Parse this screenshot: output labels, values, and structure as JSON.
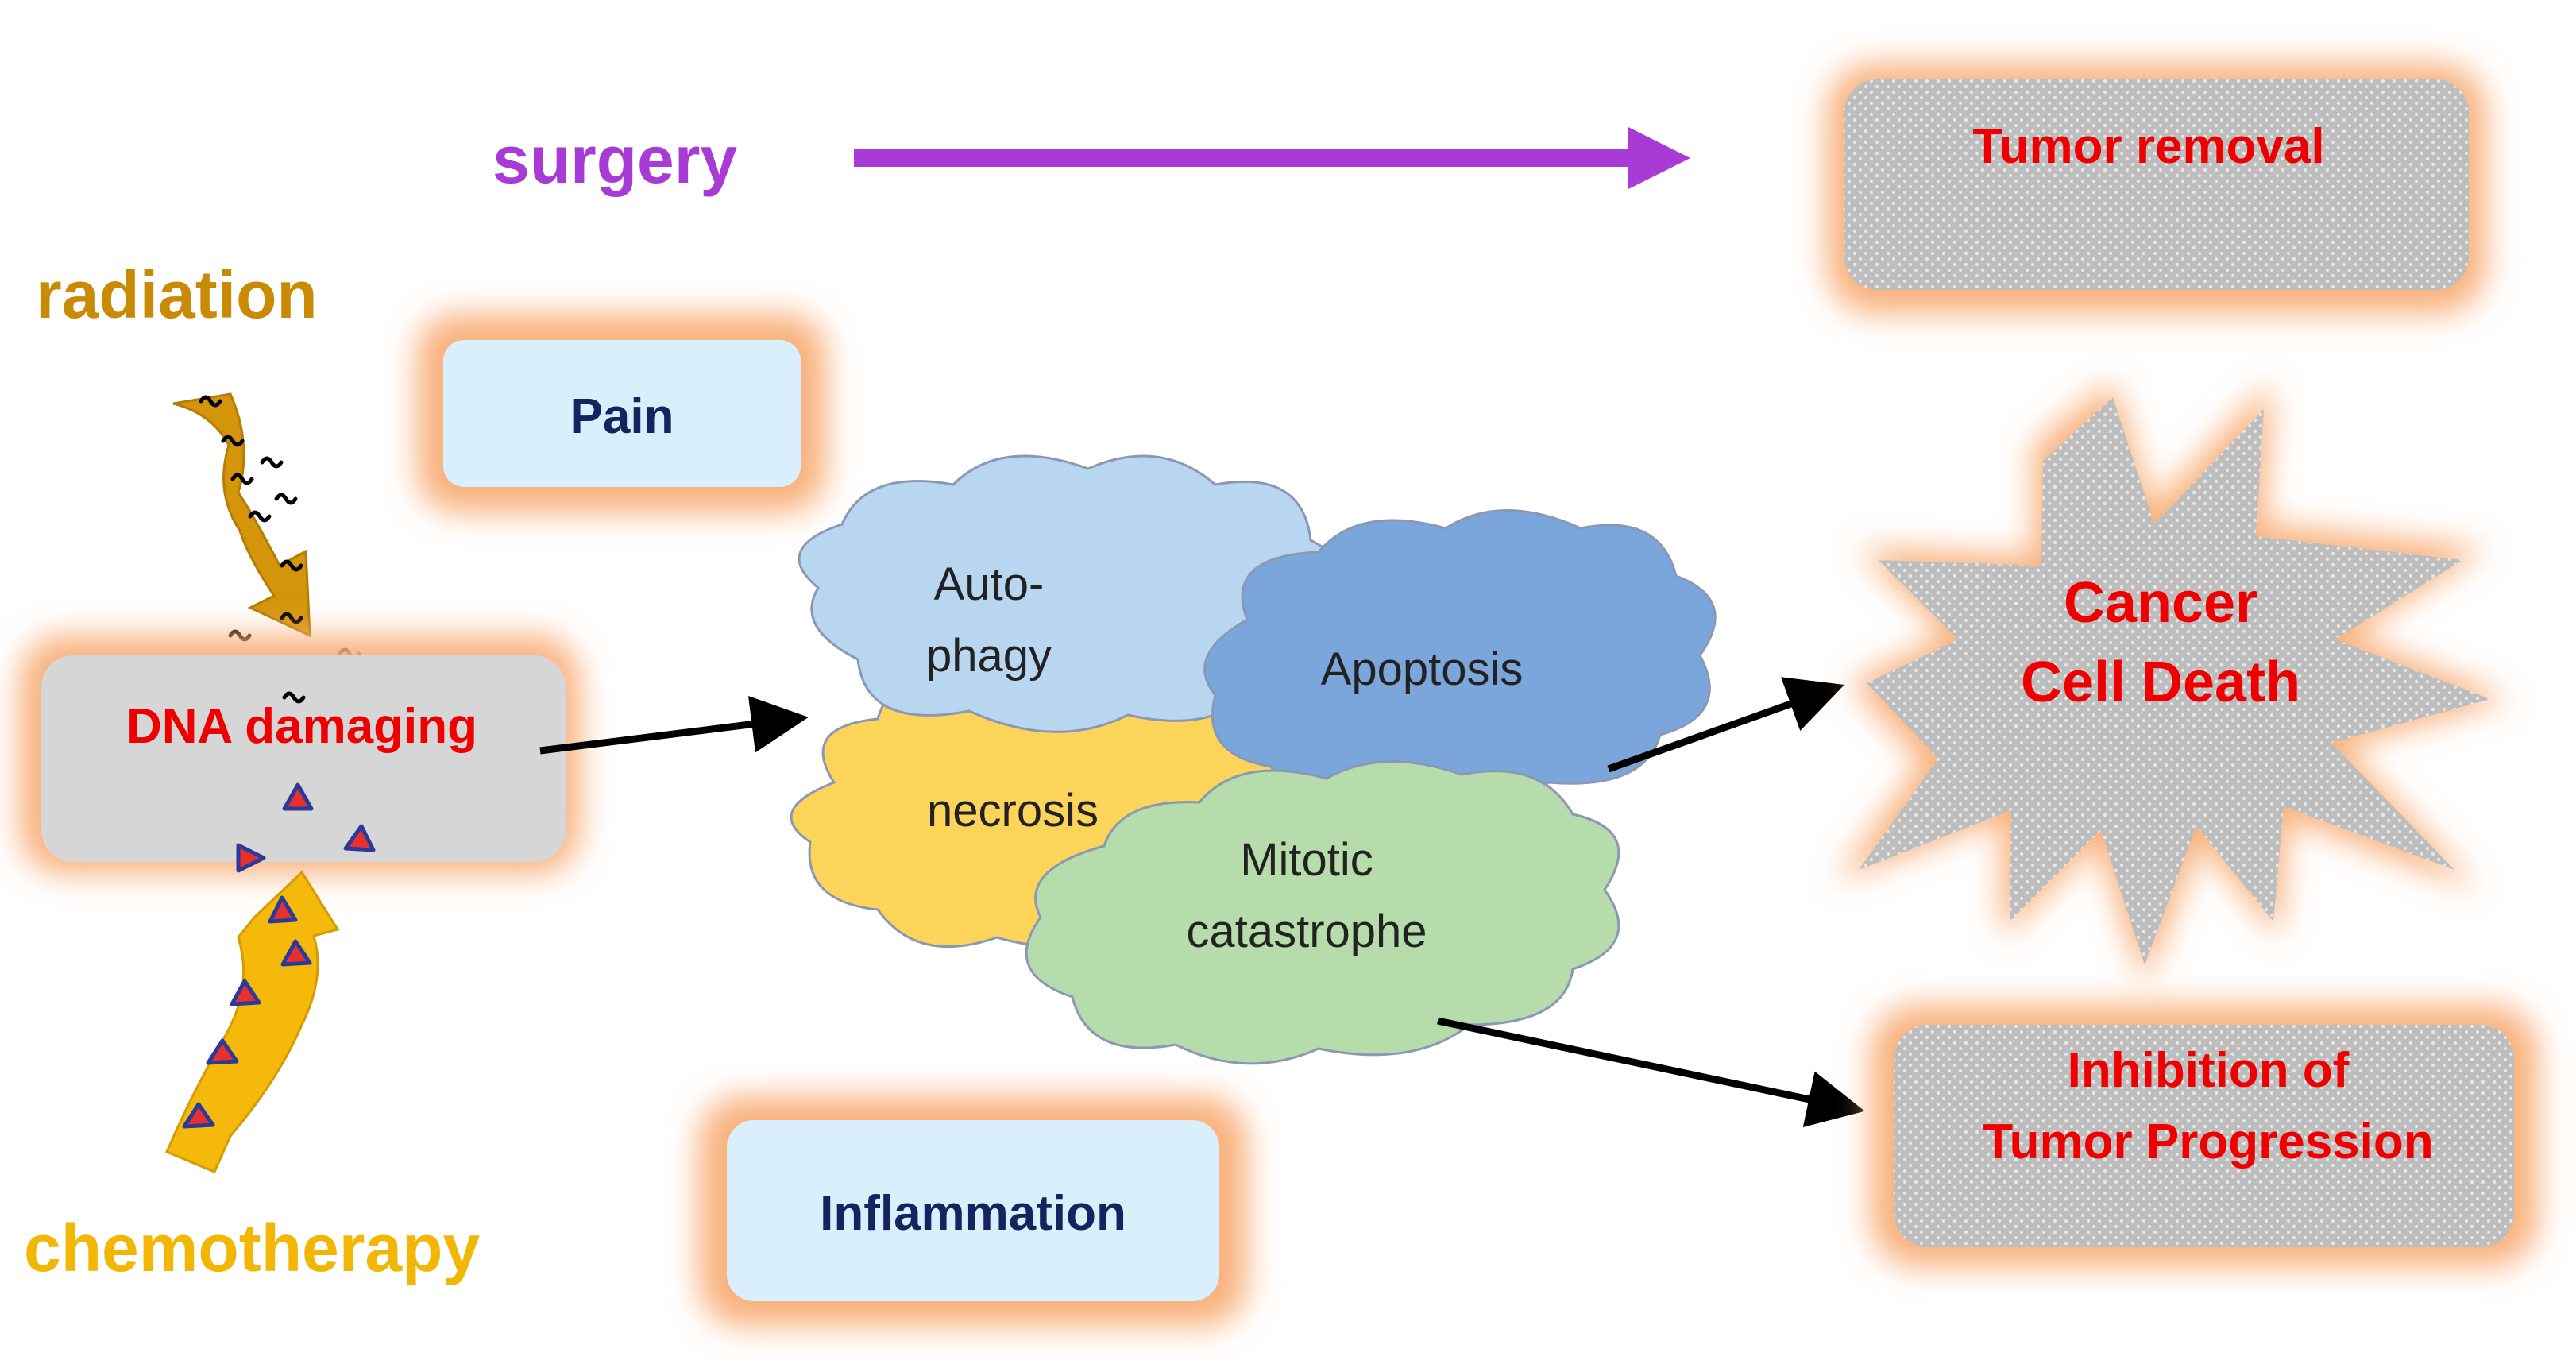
{
  "labels": {
    "surgery": "surgery",
    "radiation": "radiation",
    "chemotherapy": "chemotherapy",
    "dna_damaging": "DNA damaging",
    "pain": "Pain",
    "inflammation": "Inflammation",
    "tumor_removal": "Tumor removal",
    "cancer_line1": "Cancer",
    "cancer_line2": "Cell Death",
    "inhibition_line1": "Inhibition of",
    "inhibition_line2": "Tumor Progression"
  },
  "clouds": {
    "autophagy_line1": "Auto-",
    "autophagy_line2": "phagy",
    "apoptosis": "Apoptosis",
    "necrosis": "necrosis",
    "mitotic_line1": "Mitotic",
    "mitotic_line2": "catastrophe"
  },
  "colors": {
    "surgery": "#a83ad6",
    "radiation": "#c98a06",
    "chemotherapy": "#f2b705",
    "outcome_text": "#ee0000",
    "side_effect_text": "#13245e",
    "autophagy_fill": "#b8d6ef",
    "apoptosis_fill": "#7ba6dc",
    "necrosis_fill": "#fdd45a",
    "mitotic_fill": "#b5dcaa",
    "glow": "#f8b07a",
    "light_box_fill": "#d9effb",
    "gray_box_fill": "#d6d6d6"
  }
}
